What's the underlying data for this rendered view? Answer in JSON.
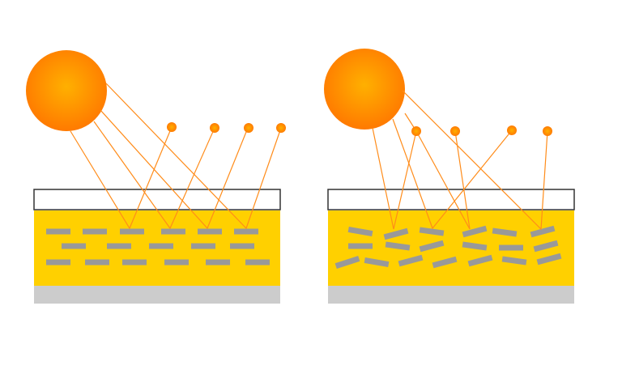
{
  "colors": {
    "sun_center": "#FFB000",
    "sun_edge": "#FF7A00",
    "ray": "#FF8C1A",
    "coating_layer": "#FFD000",
    "flake": "#999999",
    "substrate": "#CCCCCC",
    "clear_coat_fill": "#FFFFFF",
    "clear_coat_stroke": "#333333"
  },
  "panels": [
    {
      "name": "aligned-flakes",
      "flake_orientation": "parallel"
    },
    {
      "name": "random-flakes",
      "flake_orientation": "tilted"
    }
  ]
}
